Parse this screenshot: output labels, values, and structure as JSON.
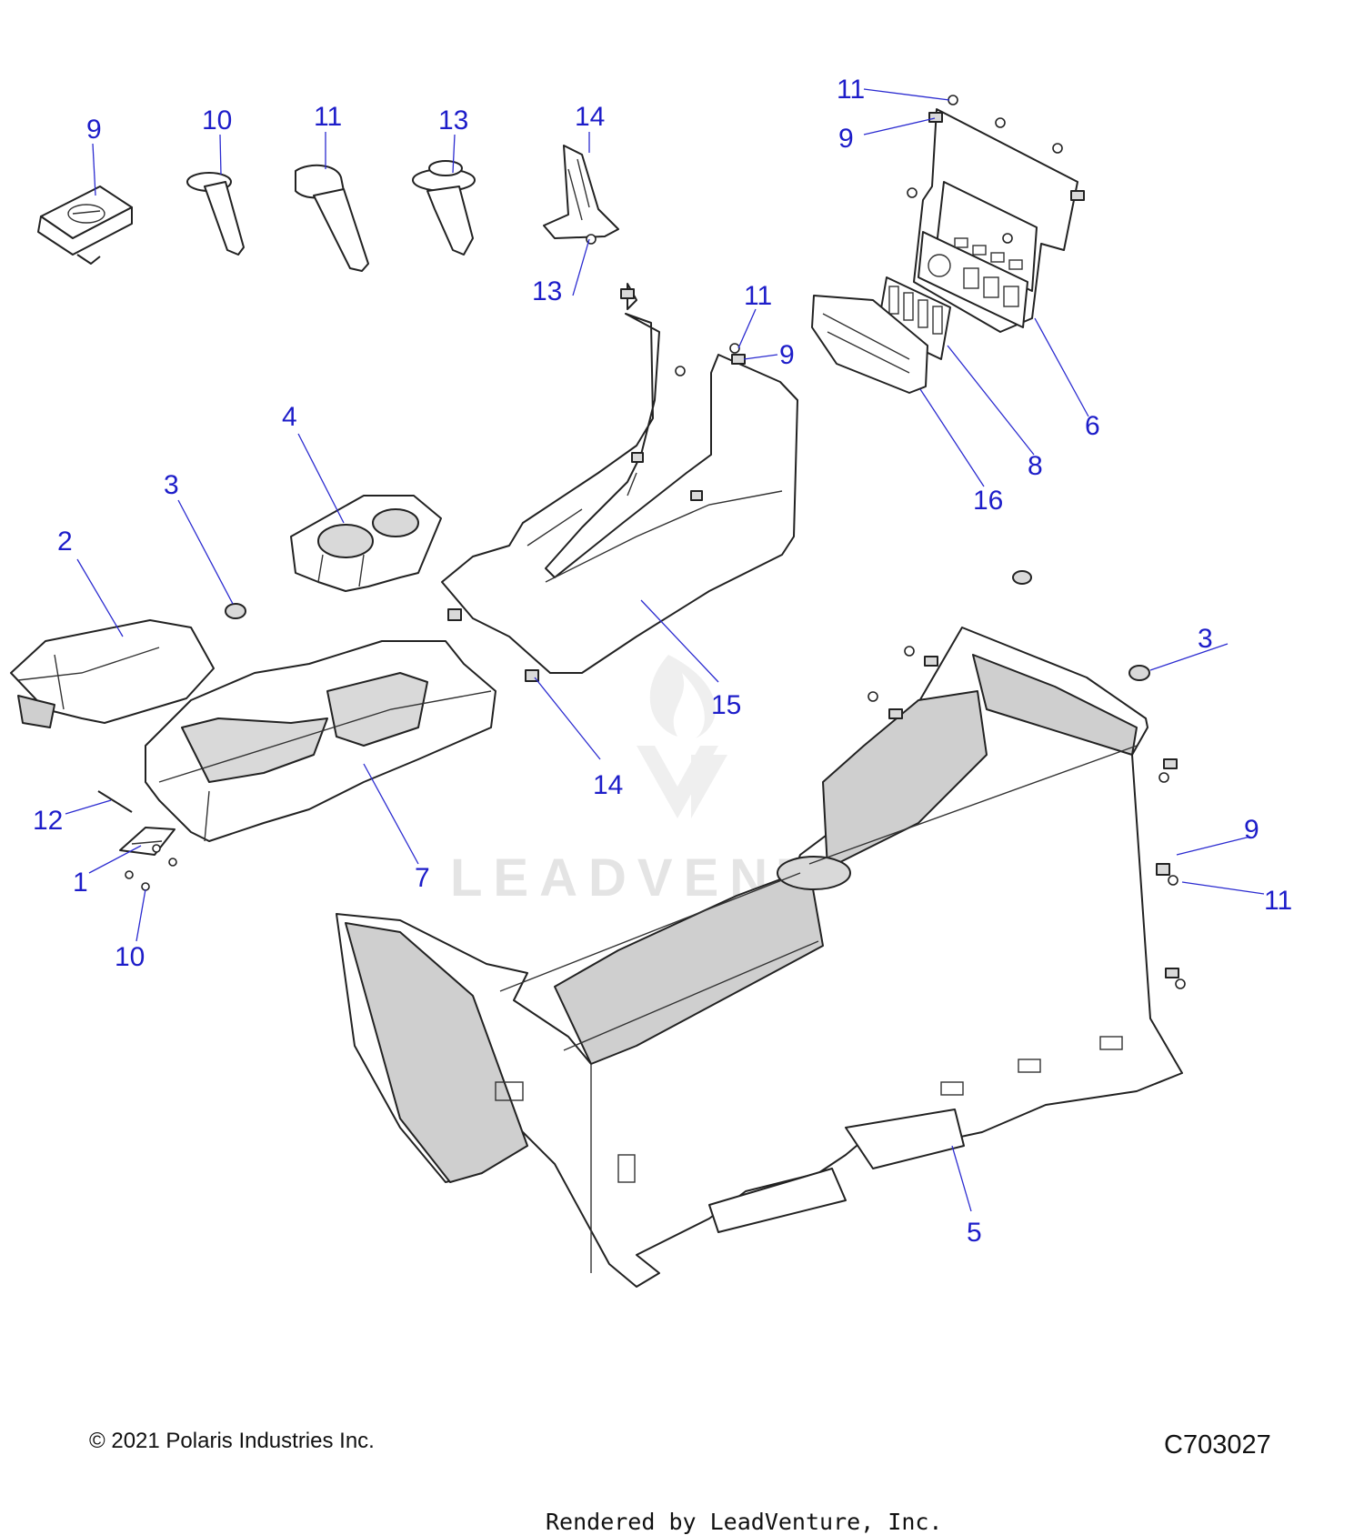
{
  "callouts": {
    "c9a": "9",
    "c10a": "10",
    "c11a": "11",
    "c13a": "13",
    "c14a": "14",
    "c11b": "11",
    "c9b": "9",
    "c6": "6",
    "c8": "8",
    "c16": "16",
    "c13b": "13",
    "c11c": "11",
    "c9c": "9",
    "c4": "4",
    "c3a": "3",
    "c2": "2",
    "c15": "15",
    "c14b": "14",
    "c3b": "3",
    "c7": "7",
    "c12": "12",
    "c1": "1",
    "c10b": "10",
    "c9d": "9",
    "c11d": "11",
    "c5": "5"
  },
  "watermark": "LEADVENTURE",
  "footer": {
    "copyright": "© 2021 Polaris Industries Inc.",
    "part_code": "C703027",
    "rendered_by": "Rendered by LeadVenture, Inc."
  },
  "colors": {
    "callout": "#1d1dc9",
    "line": "#222222",
    "shade": "#cfcfcf"
  }
}
